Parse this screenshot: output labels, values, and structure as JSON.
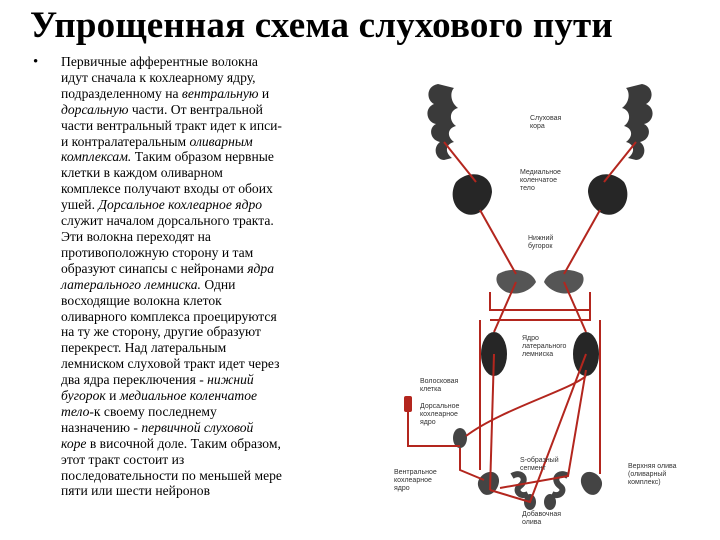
{
  "slide": {
    "title": "Упрощенная схема слухового пути",
    "bullet_char": "•",
    "body_lines": [
      [
        {
          "t": "Первичные афферентные волокна"
        }
      ],
      [
        {
          "t": "идут сначала к кохлеарному ядру,"
        }
      ],
      [
        {
          "t": "подразделенному на "
        },
        {
          "t": "вентральную",
          "i": true
        },
        {
          "t": " и"
        }
      ],
      [
        {
          "t": "дорсальную",
          "i": true
        },
        {
          "t": " части. От вентральной"
        }
      ],
      [
        {
          "t": "части вентральный тракт идет к ипси-"
        }
      ],
      [
        {
          "t": "и контралатеральным "
        },
        {
          "t": "оливарным",
          "i": true
        }
      ],
      [
        {
          "t": "комплексам.",
          "i": true
        },
        {
          "t": " Таким образом нервные"
        }
      ],
      [
        {
          "t": "клетки в каждом оливарном"
        }
      ],
      [
        {
          "t": "комплексе получают входы от обоих"
        }
      ],
      [
        {
          "t": "ушей. "
        },
        {
          "t": "Дорсальное кохлеарное ядро",
          "i": true
        }
      ],
      [
        {
          "t": "служит началом дорсального тракта."
        }
      ],
      [
        {
          "t": "Эти волокна переходят на"
        }
      ],
      [
        {
          "t": "противоположную сторону и там"
        }
      ],
      [
        {
          "t": "образуют синапсы с нейронами "
        },
        {
          "t": "ядра",
          "i": true
        }
      ],
      [
        {
          "t": "латерального лемниска.",
          "i": true
        },
        {
          "t": " Одни"
        }
      ],
      [
        {
          "t": "восходящие волокна клеток"
        }
      ],
      [
        {
          "t": "оливарного комплекса проецируются"
        }
      ],
      [
        {
          "t": "на ту же сторону, другие образуют"
        }
      ],
      [
        {
          "t": "перекрест. Над латеральным"
        }
      ],
      [
        {
          "t": "лемниском слуховой тракт идет через"
        }
      ],
      [
        {
          "t": "два ядра переключения - "
        },
        {
          "t": "нижний",
          "i": true
        }
      ],
      [
        {
          "t": "бугорок",
          "i": true
        },
        {
          "t": " и "
        },
        {
          "t": "медиальное коленчатое",
          "i": true
        }
      ],
      [
        {
          "t": "тело",
          "i": true
        },
        {
          "t": "-к своему последнему"
        }
      ],
      [
        {
          "t": "назначению - "
        },
        {
          "t": "первичной слуховой",
          "i": true
        }
      ],
      [
        {
          "t": "коре",
          "i": true
        },
        {
          "t": " в височной доле. Таким образом,"
        }
      ],
      [
        {
          "t": "этот тракт состоит из"
        }
      ],
      [
        {
          "t": "последовательности по меньшей мере"
        }
      ],
      [
        {
          "t": "пяти или шести нейронов"
        }
      ]
    ]
  },
  "diagram": {
    "labels": {
      "cortex": [
        "Слуховая",
        "кора"
      ],
      "mgb": [
        "Медиальное",
        "коленчатое",
        "тело"
      ],
      "ic": [
        "Нижний",
        "бугорок"
      ],
      "ll": [
        "Ядро",
        "латерального",
        "лемниска"
      ],
      "hair_cell": [
        "Волосковая",
        "клетка"
      ],
      "dcn": [
        "Дорсальное",
        "кохлеарное",
        "ядро"
      ],
      "vcn": [
        "Вентральное",
        "кохлеарное",
        "ядро"
      ],
      "s_segment": [
        "S-образный",
        "сегмент"
      ],
      "sup_olive": [
        "Верхняя олива",
        "(оливарный",
        "комплекс)"
      ],
      "acc_olive": [
        "Добавочная",
        "олива"
      ]
    },
    "colors": {
      "pathway": "#b3261e",
      "tissue": "#3a3a3a",
      "nucleus": "#262626"
    }
  }
}
